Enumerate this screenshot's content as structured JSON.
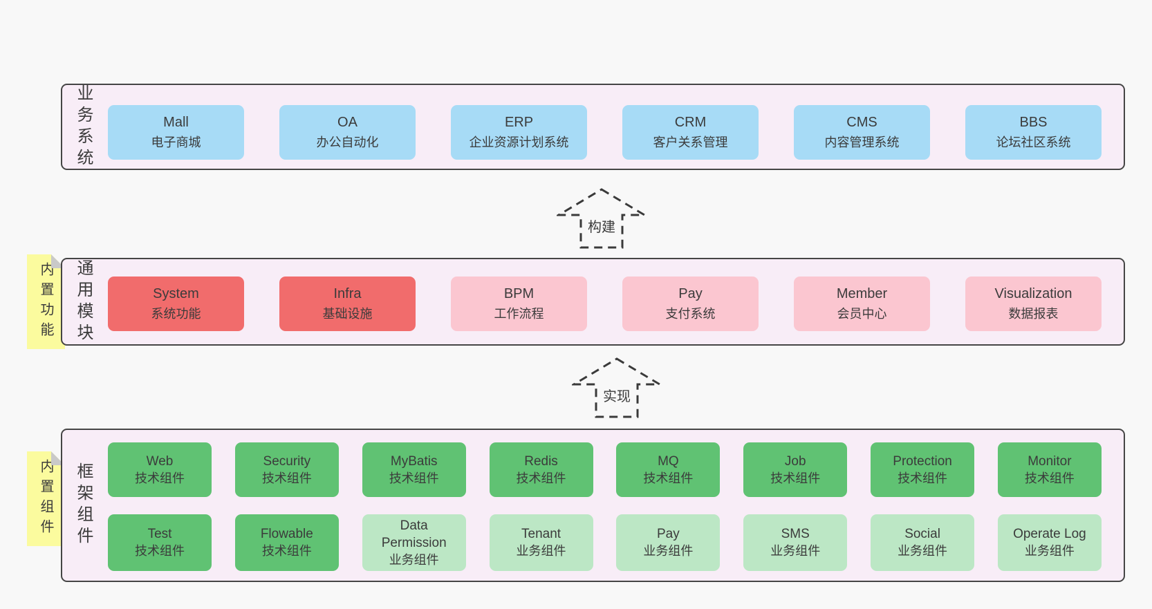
{
  "colors": {
    "page-bg": "#f8f8f8",
    "panel-bg": "#f8edf7",
    "panel-border": "#454545",
    "box-blue": "#a7dbf6",
    "box-red": "#f16c6c",
    "box-pink": "#fbc6d0",
    "box-green": "#60c273",
    "box-green-light": "#bce7c5",
    "note-yellow": "#fbfb9e",
    "note-fold": "#c9c9c9",
    "ink": "#3b3b3b"
  },
  "layers": {
    "business": {
      "label": "业务系统",
      "boxes": [
        {
          "title": "Mall",
          "subtitle": "电子商城"
        },
        {
          "title": "OA",
          "subtitle": "办公自动化"
        },
        {
          "title": "ERP",
          "subtitle": "企业资源计划系统"
        },
        {
          "title": "CRM",
          "subtitle": "客户关系管理"
        },
        {
          "title": "CMS",
          "subtitle": "内容管理系统"
        },
        {
          "title": "BBS",
          "subtitle": "论坛社区系统"
        }
      ]
    },
    "modules": {
      "label": "通用模块",
      "note": "内置功能",
      "boxes": [
        {
          "title": "System",
          "subtitle": "系统功能"
        },
        {
          "title": "Infra",
          "subtitle": "基础设施"
        },
        {
          "title": "BPM",
          "subtitle": "工作流程"
        },
        {
          "title": "Pay",
          "subtitle": "支付系统"
        },
        {
          "title": "Member",
          "subtitle": "会员中心"
        },
        {
          "title": "Visualization",
          "subtitle": "数据报表"
        }
      ]
    },
    "components": {
      "label": "框架组件",
      "note": "内置组件",
      "row1": [
        {
          "title": "Web",
          "subtitle": "技术组件"
        },
        {
          "title": "Security",
          "subtitle": "技术组件"
        },
        {
          "title": "MyBatis",
          "subtitle": "技术组件"
        },
        {
          "title": "Redis",
          "subtitle": "技术组件"
        },
        {
          "title": "MQ",
          "subtitle": "技术组件"
        },
        {
          "title": "Job",
          "subtitle": "技术组件"
        },
        {
          "title": "Protection",
          "subtitle": "技术组件"
        },
        {
          "title": "Monitor",
          "subtitle": "技术组件"
        }
      ],
      "row2": [
        {
          "title": "Test",
          "subtitle": "技术组件"
        },
        {
          "title": "Flowable",
          "subtitle": "技术组件"
        },
        {
          "title": "Data Permission",
          "subtitle": "业务组件"
        },
        {
          "title": "Tenant",
          "subtitle": "业务组件"
        },
        {
          "title": "Pay",
          "subtitle": "业务组件"
        },
        {
          "title": "SMS",
          "subtitle": "业务组件"
        },
        {
          "title": "Social",
          "subtitle": "业务组件"
        },
        {
          "title": "Operate Log",
          "subtitle": "业务组件"
        }
      ]
    }
  },
  "arrows": {
    "build": {
      "label": "构建"
    },
    "implement": {
      "label": "实现"
    }
  }
}
